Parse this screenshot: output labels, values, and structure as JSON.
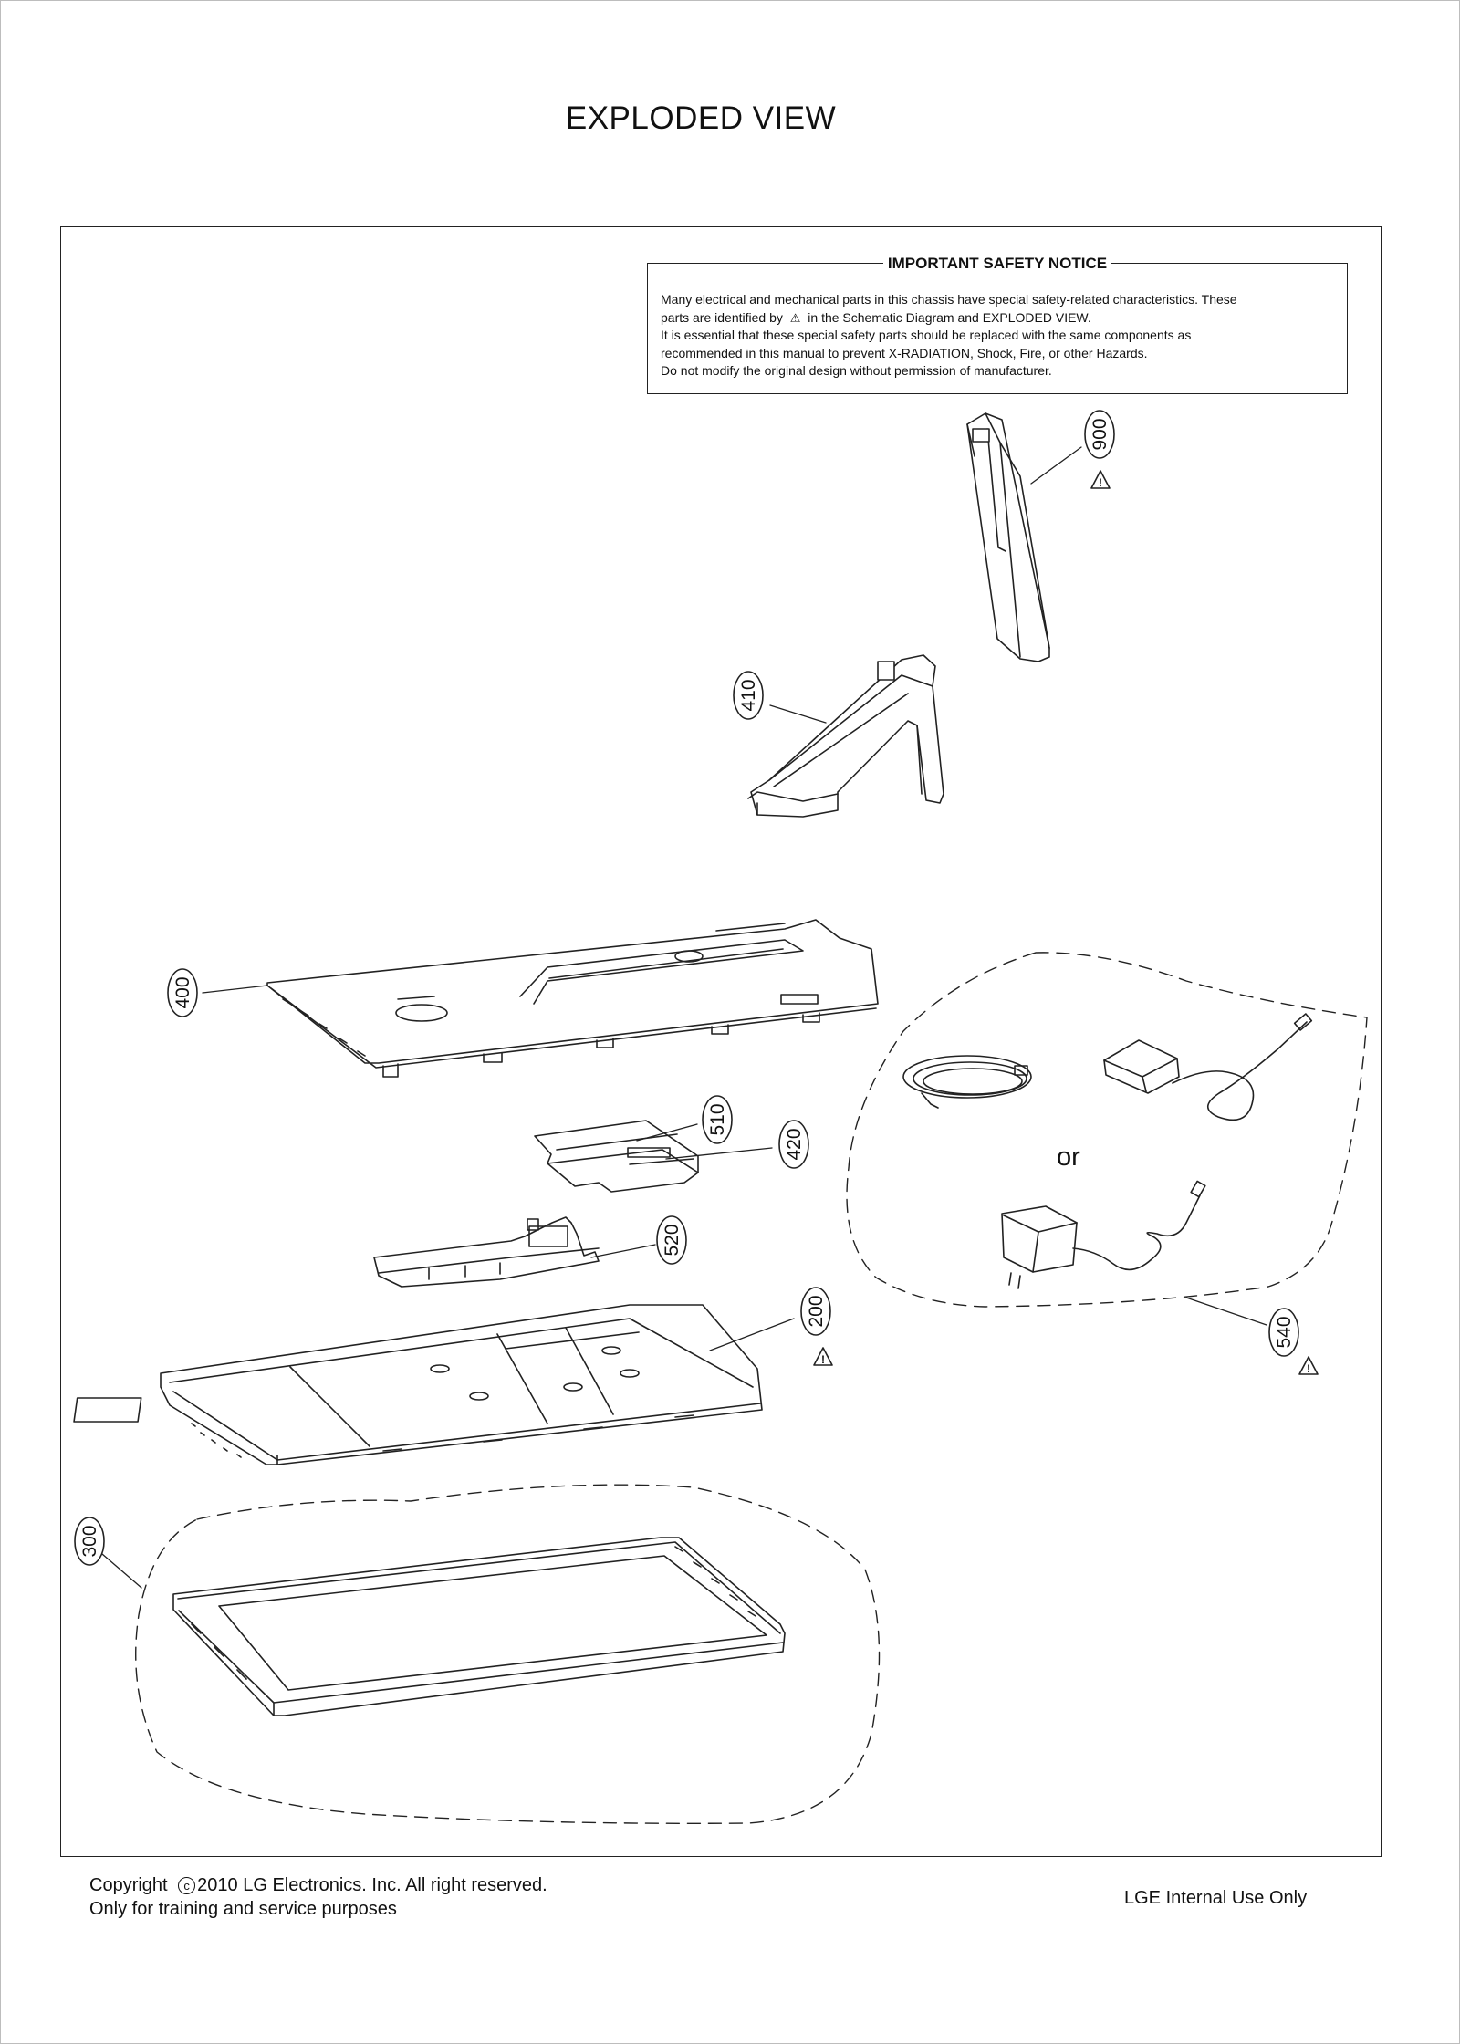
{
  "page": {
    "title": "EXPLODED VIEW"
  },
  "safety_notice": {
    "title": "IMPORTANT SAFETY NOTICE",
    "line1": "Many electrical and mechanical parts in this chassis have special safety-related characteristics. These",
    "line2_before_icon": "parts are identified by",
    "line2_after_icon": "in the Schematic Diagram and EXPLODED VIEW.",
    "line3": "It is essential that these special safety parts should be replaced with the same components as",
    "line4": "recommended in this manual to prevent X-RADIATION, Shock, Fire, or other Hazards.",
    "line5": "Do not modify the original design without permission of manufacturer.",
    "icon": "warning-triangle-icon"
  },
  "diagram": {
    "parts": [
      {
        "id": "900",
        "label": "900",
        "safety": true
      },
      {
        "id": "410",
        "label": "410",
        "safety": false
      },
      {
        "id": "400",
        "label": "400",
        "safety": false
      },
      {
        "id": "510",
        "label": "510",
        "safety": false
      },
      {
        "id": "420",
        "label": "420",
        "safety": false
      },
      {
        "id": "520",
        "label": "520",
        "safety": false
      },
      {
        "id": "200",
        "label": "200",
        "safety": true
      },
      {
        "id": "300",
        "label": "300",
        "safety": false
      },
      {
        "id": "540",
        "label": "540",
        "safety": true
      }
    ],
    "or_label": "or",
    "warning_symbol": "!"
  },
  "footer": {
    "copyright_prefix": "Copyright",
    "copyright_symbol": "c",
    "copyright_year": "2010",
    "copyright_rest": "LG Electronics. Inc. All right reserved.",
    "training": "Only for training and service purposes",
    "internal": "LGE Internal Use Only"
  }
}
